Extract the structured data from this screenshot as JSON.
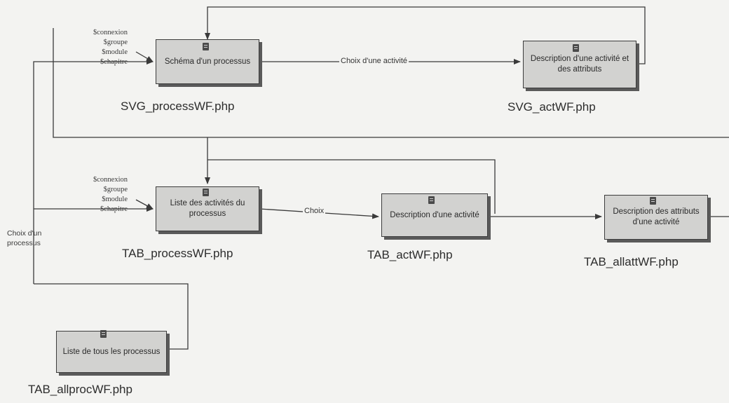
{
  "nodes": {
    "svg_process": {
      "text": "Schéma d'un processus",
      "file": "SVG_processWF.php"
    },
    "svg_act": {
      "text": "Description d'une activité et des attributs",
      "file": "SVG_actWF.php"
    },
    "tab_process": {
      "text": "Liste des activités du processus",
      "file": "TAB_processWF.php"
    },
    "tab_act": {
      "text": "Description d'une activité",
      "file": "TAB_actWF.php"
    },
    "tab_allatt": {
      "text": "Description des attributs d'une activité",
      "file": "TAB_allattWF.php"
    },
    "tab_allproc": {
      "text": "Liste de tous les processus",
      "file": "TAB_allprocWF.php"
    }
  },
  "params_top": [
    "$connexion",
    "$groupe",
    "$module",
    "$chapitre"
  ],
  "params_mid": [
    "$connexion",
    "$groupe",
    "$module",
    "$chapitre"
  ],
  "edge_labels": {
    "choix_activite": "Choix d'une activité",
    "choix": "Choix",
    "choix_processus_1": "Choix d'un",
    "choix_processus_2": "processus"
  },
  "colors": {
    "box_fill": "#d2d2d0",
    "box_border": "#3c3c3c",
    "line": "#3a3a3a",
    "background": "#f3f3f1"
  },
  "icons": [
    "document-icon"
  ]
}
